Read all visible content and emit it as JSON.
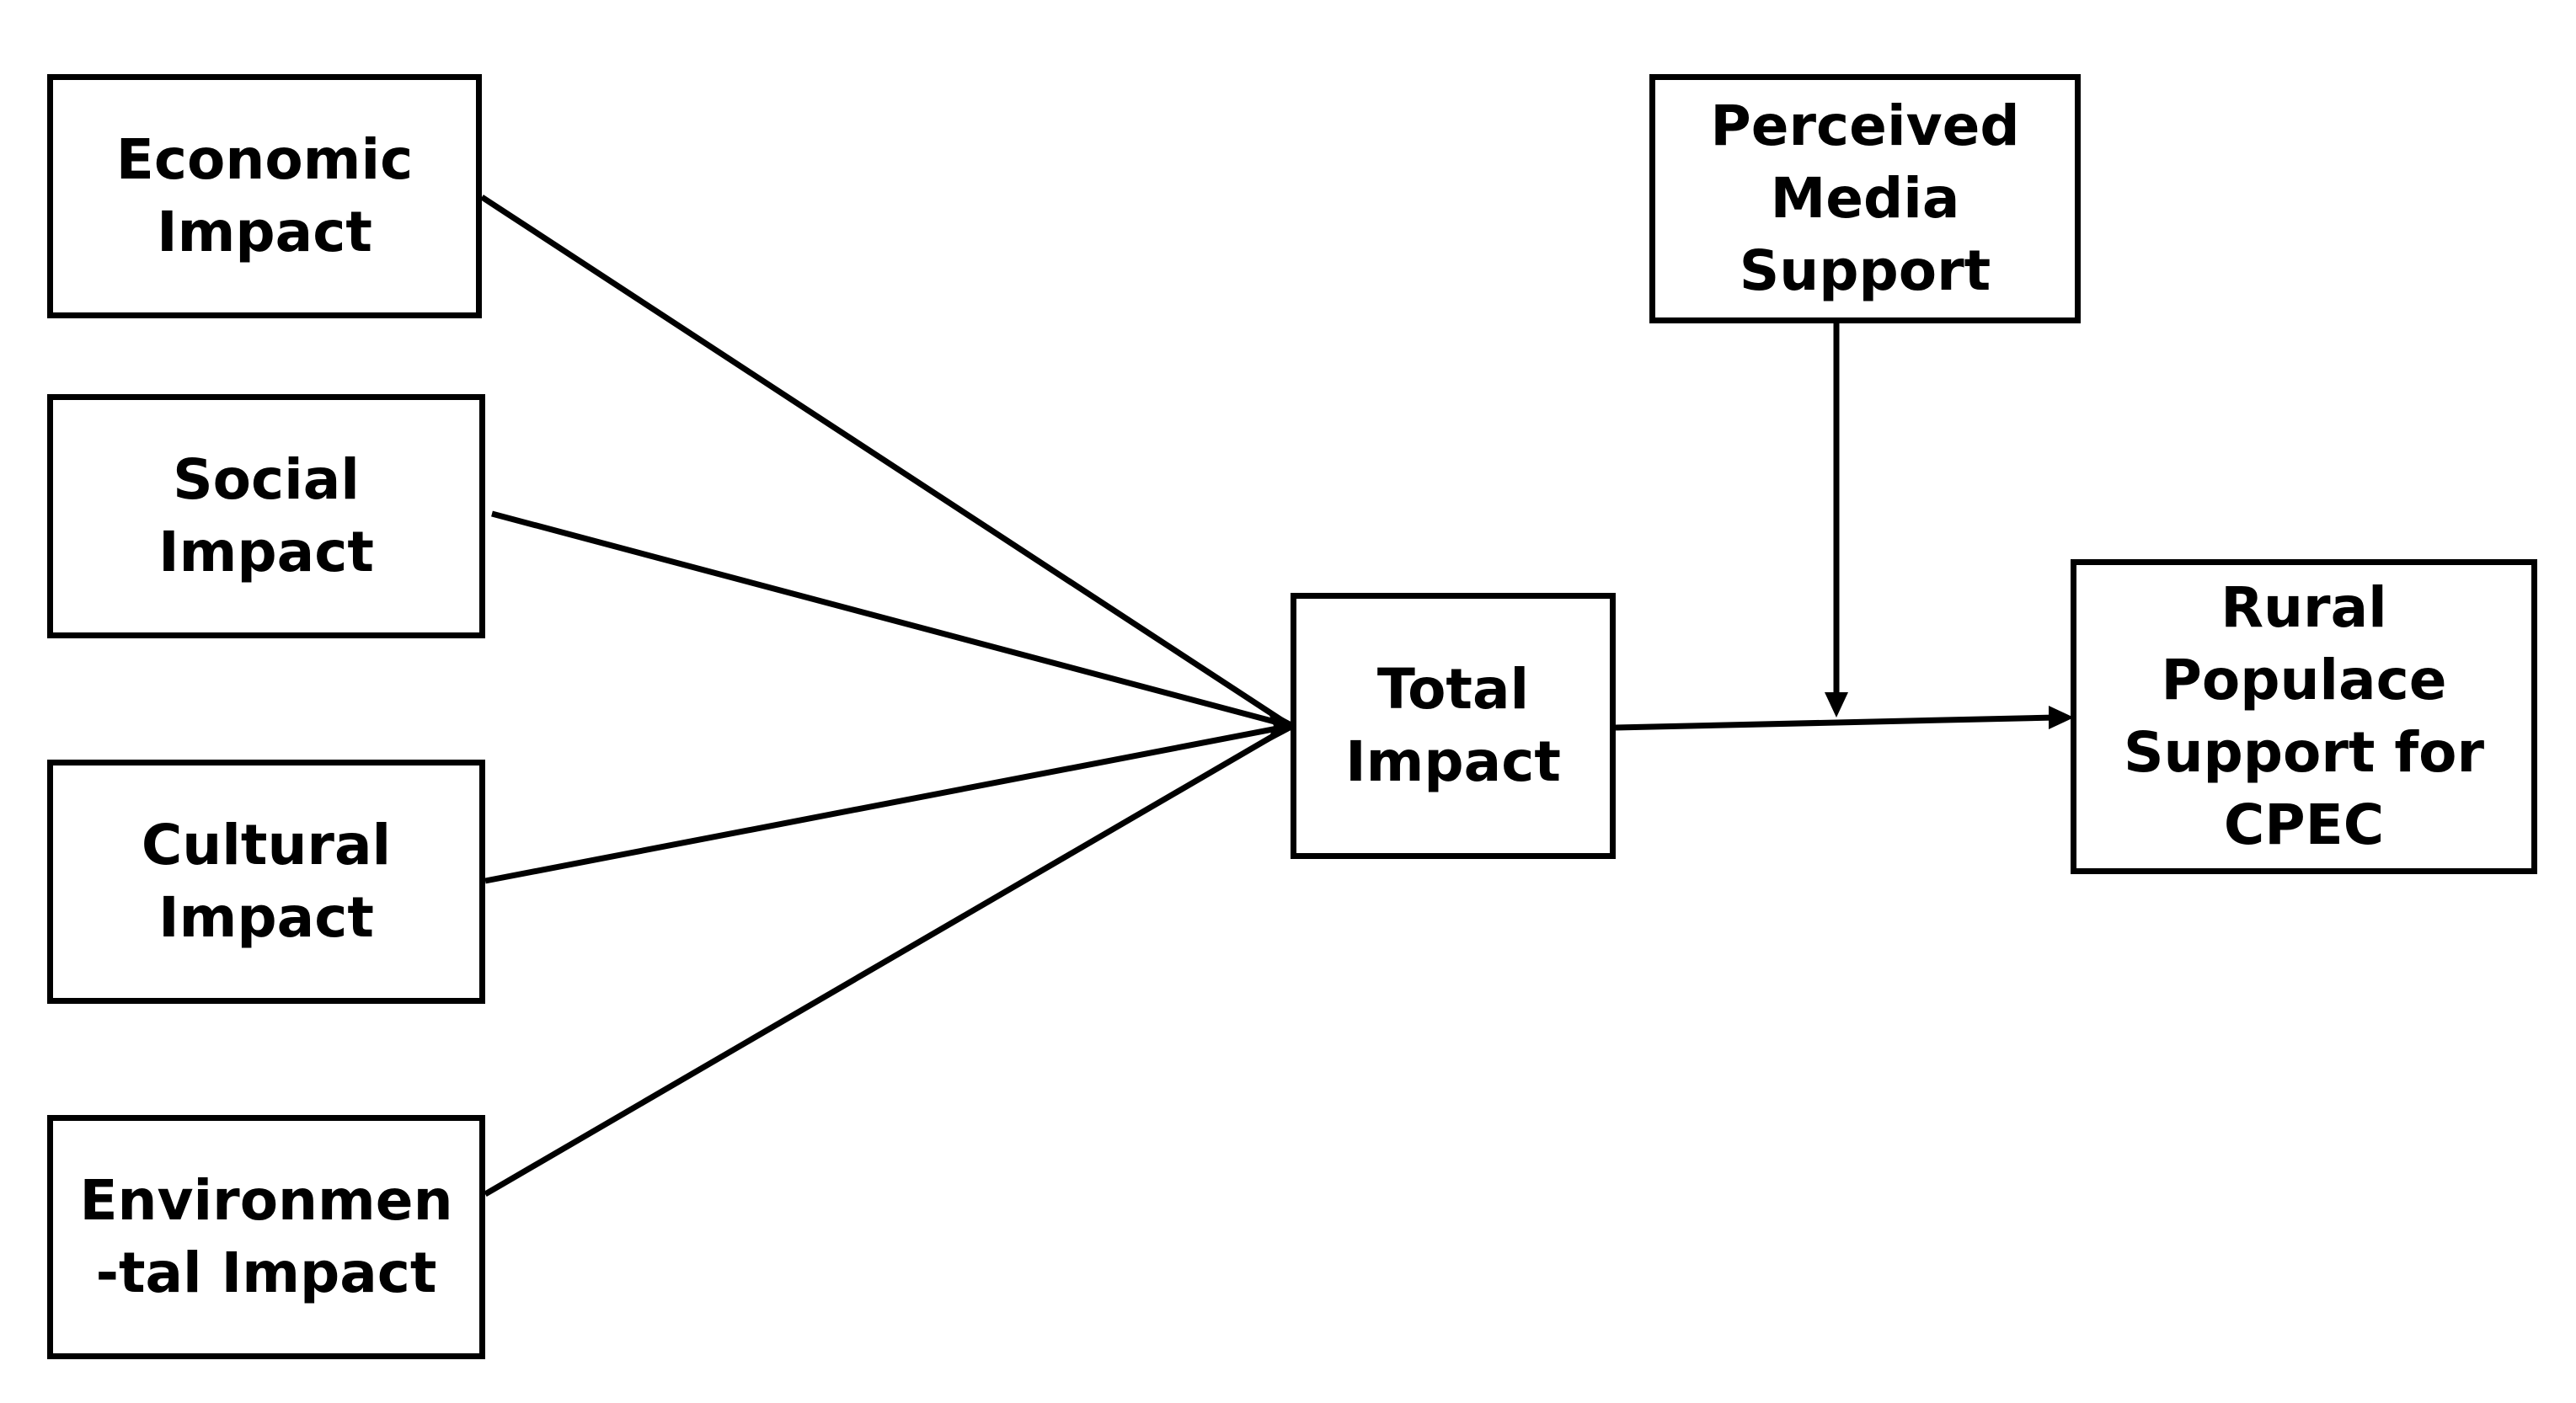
{
  "diagram": {
    "nodes": {
      "economic": {
        "label": "Economic\nImpact"
      },
      "social": {
        "label": "Social\nImpact"
      },
      "cultural": {
        "label": "Cultural\nImpact"
      },
      "environmental": {
        "label": "Environmen\n-tal Impact"
      },
      "total": {
        "label": "Total\nImpact"
      },
      "media": {
        "label": "Perceived\nMedia\nSupport"
      },
      "rural": {
        "label": "Rural\nPopulace\nSupport for\nCPEC"
      }
    },
    "edges": [
      {
        "from": "economic",
        "to": "total"
      },
      {
        "from": "social",
        "to": "total"
      },
      {
        "from": "cultural",
        "to": "total"
      },
      {
        "from": "environmental",
        "to": "total"
      },
      {
        "from": "total",
        "to": "rural"
      },
      {
        "from": "media",
        "to": "total-rural-path"
      }
    ],
    "colors": {
      "stroke": "#000000",
      "background": "#ffffff"
    }
  }
}
